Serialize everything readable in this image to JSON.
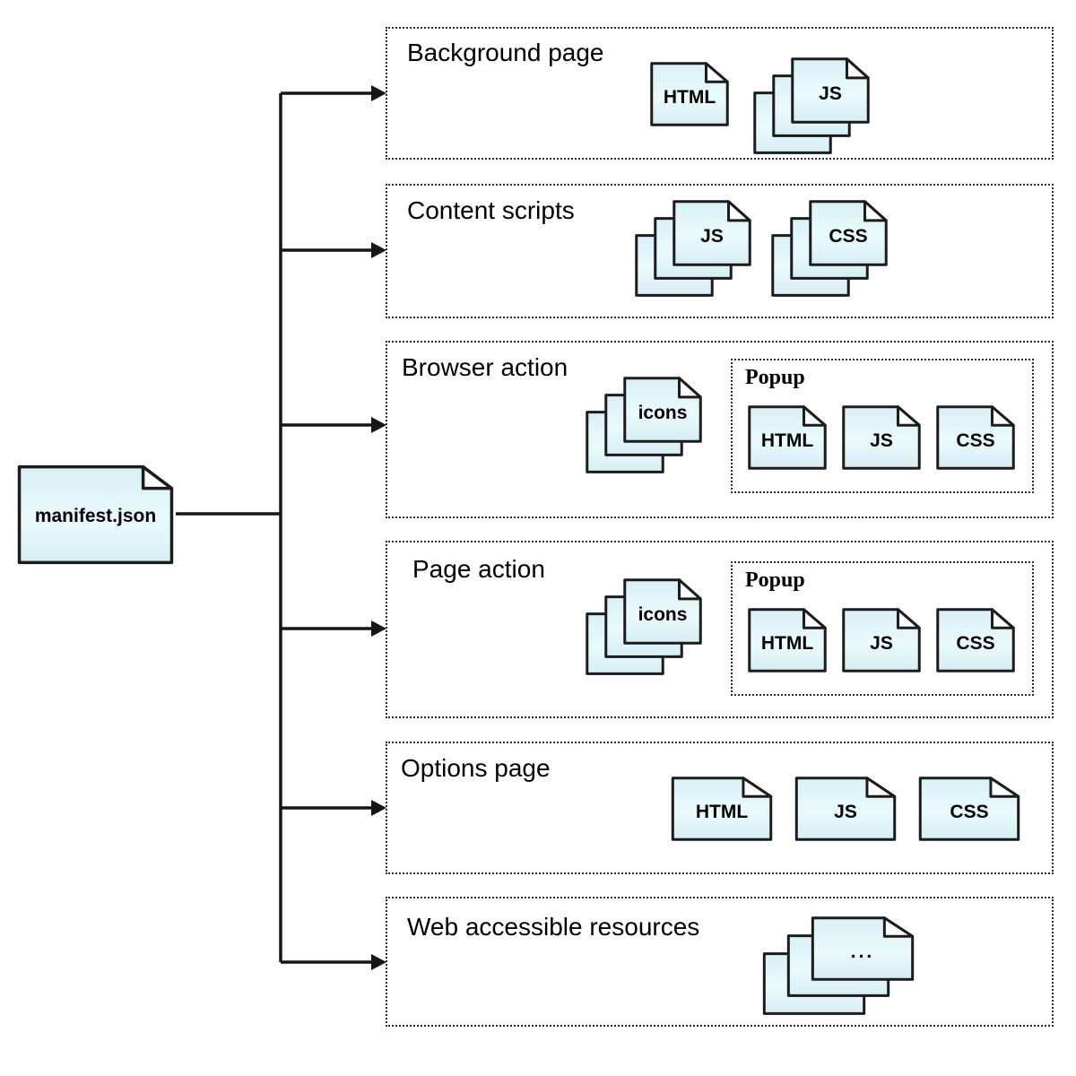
{
  "colors": {
    "background": "#ffffff",
    "line": "#161616",
    "icon_border": "#1c1c1c",
    "icon_fill_top": "#d8f0f7",
    "icon_fill_mid": "#ebfafc",
    "icon_fill_bottom": "#d5eef5",
    "box_border": "#2a2a2a",
    "text": "#000000"
  },
  "manifest": {
    "label": "manifest.json"
  },
  "sections": [
    {
      "title": "Background page",
      "files": [
        "HTML"
      ],
      "stacks": [
        "JS"
      ]
    },
    {
      "title": "Content scripts",
      "stacks": [
        "JS",
        "CSS"
      ]
    },
    {
      "title": "Browser action",
      "stacks": [
        "icons"
      ],
      "popup": {
        "title": "Popup",
        "files": [
          "HTML",
          "JS",
          "CSS"
        ]
      }
    },
    {
      "title": "Page action",
      "stacks": [
        "icons"
      ],
      "popup": {
        "title": "Popup",
        "files": [
          "HTML",
          "JS",
          "CSS"
        ]
      }
    },
    {
      "title": "Options page",
      "files": [
        "HTML",
        "JS",
        "CSS"
      ]
    },
    {
      "title": "Web accessible resources",
      "stacks": [
        "..."
      ]
    }
  ]
}
